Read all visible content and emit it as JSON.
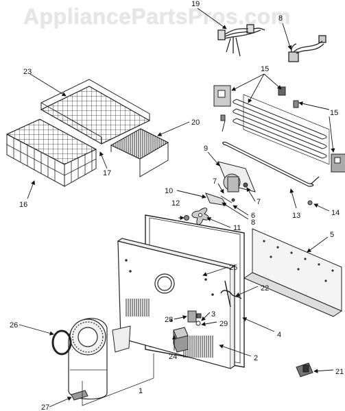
{
  "watermark": "AppliancePartsPros.com",
  "callouts": {
    "c1": "1",
    "c2": "2",
    "c3": "3",
    "c4": "4",
    "c5": "5",
    "c6": "6",
    "c7a": "7",
    "c7b": "7",
    "c8a": "8",
    "c8b": "8",
    "c9": "9",
    "c10": "10",
    "c11": "11",
    "c12": "12",
    "c13": "13",
    "c14": "14",
    "c15a": "15",
    "c15b": "15",
    "c16": "16",
    "c17": "17",
    "c19": "19",
    "c20": "20",
    "c21": "21",
    "c22": "22",
    "c23": "23",
    "c24": "24",
    "c25": "25",
    "c26": "26",
    "c27": "27",
    "c28": "28",
    "c29": "29"
  }
}
